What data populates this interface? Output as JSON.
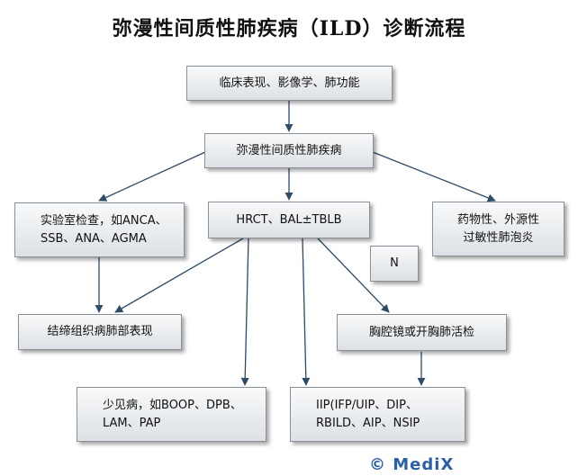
{
  "title": "弥漫性间质性肺疾病（ILD）诊断流程",
  "nodes": {
    "clinical": "临床表现、影像学、肺功能",
    "ild": "弥漫性间质性肺疾病",
    "lab": [
      "实验室检查，如ANCA、",
      "SSB、ANA、AGMA"
    ],
    "hrct": "HRCT、BAL±TBLB",
    "drug": [
      "药物性、外源性",
      "过敏性肺泡炎"
    ],
    "n": "N",
    "connective": "结缔组织病肺部表现",
    "thoracoscopy": "胸腔镜或开胸肺活检",
    "rare": [
      "少见病，如BOOP、DPB、",
      "LAM、PAP"
    ],
    "iip": [
      "IIP(IFP/UIP、DIP、",
      "RBILD、AIP、NSIP"
    ]
  },
  "watermark": "© MediX"
}
